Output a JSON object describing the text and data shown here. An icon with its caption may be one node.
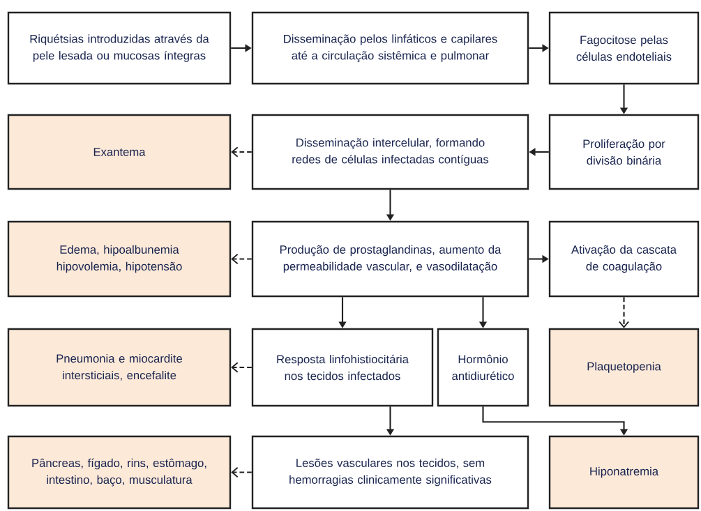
{
  "diagram": {
    "nodes": [
      {
        "text": [
          "Riquétsias introduzidas através da pele lesada ou mucosas íntegras"
        ]
      },
      {
        "text": [
          "Disseminação pelos linfáticos e capilares até a circulação sistêmica e pulmonar"
        ]
      },
      {
        "text": [
          "Fagocitose pelas células endoteliais"
        ]
      },
      {
        "text": [
          "Exantema"
        ]
      },
      {
        "text": [
          "Disseminação intercelular, formando redes de células infectadas contíguas"
        ]
      },
      {
        "text": [
          "Proliferação por divisão binária"
        ]
      },
      {
        "text": [
          "Edema, hipoalbunemia hipovolemia, hipotensão"
        ]
      },
      {
        "text": [
          "Produção de prostaglandinas, aumento da permeabilidade vascular, e vasodilatação"
        ]
      },
      {
        "text": [
          "Ativação da cascata de coagulação"
        ]
      },
      {
        "text": [
          "Pneumonia e miocardite intersticiais, encefalite"
        ]
      },
      {
        "text": [
          "Resposta linfohistiocitária nos tecidos infectados"
        ]
      },
      {
        "text": [
          "Hormônio antidiurético"
        ]
      },
      {
        "text": [
          "Plaquetopenia"
        ]
      },
      {
        "text": [
          "Pâncreas, fígado, rins, estômago, intestino, baço, musculatura"
        ]
      },
      {
        "text": [
          "Lesões vasculares nos tecidos, sem hemorragias clinicamente significativas"
        ]
      },
      {
        "text": [
          "Hiponatremia"
        ]
      }
    ],
    "edges": [
      {
        "from": 0,
        "to": 1,
        "arrow": "to"
      },
      {
        "from": 1,
        "to": 2,
        "arrow": "to"
      },
      {
        "from": 2,
        "to": 5,
        "arrow": "to"
      },
      {
        "from": 5,
        "to": 4,
        "arrow": "to"
      },
      {
        "from": 4,
        "to": 3,
        "arrow": "to",
        "style": "dashed"
      },
      {
        "from": 4,
        "to": 7,
        "arrow": "to"
      },
      {
        "from": 7,
        "to": 6,
        "arrow": "to",
        "style": "dashed"
      },
      {
        "from": 7,
        "to": 8,
        "arrow": "to"
      },
      {
        "from": 8,
        "to": 12,
        "arrow": "to",
        "style": "dashed"
      },
      {
        "from": 7,
        "to": 10,
        "arrow": "to"
      },
      {
        "from": 7,
        "to": 11,
        "arrow": "to"
      },
      {
        "from": 10,
        "to": 9,
        "arrow": "to",
        "style": "dashed"
      },
      {
        "from": 10,
        "to": 14,
        "arrow": "to"
      },
      {
        "from": 11,
        "to": 15,
        "arrow": "to"
      },
      {
        "from": 14,
        "to": 13,
        "arrow": "to",
        "style": "dashed"
      }
    ]
  }
}
